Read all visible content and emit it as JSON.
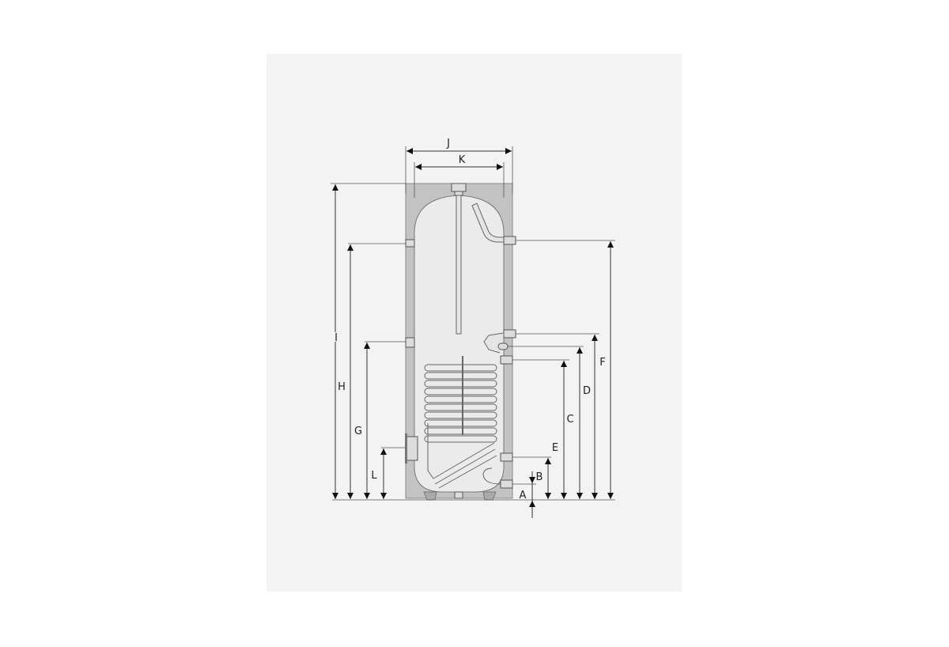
{
  "diagram": {
    "labels": {
      "J": "J",
      "K": "K",
      "I": "I",
      "H": "H",
      "G": "G",
      "L": "L",
      "F": "F",
      "D": "D",
      "C": "C",
      "E": "E",
      "B": "B",
      "A": "A"
    },
    "colors": {
      "background": "#f3f3f3",
      "insulation": "#c3c3c3",
      "tank_interior": "#ebebeb",
      "lines": "#333333"
    }
  }
}
